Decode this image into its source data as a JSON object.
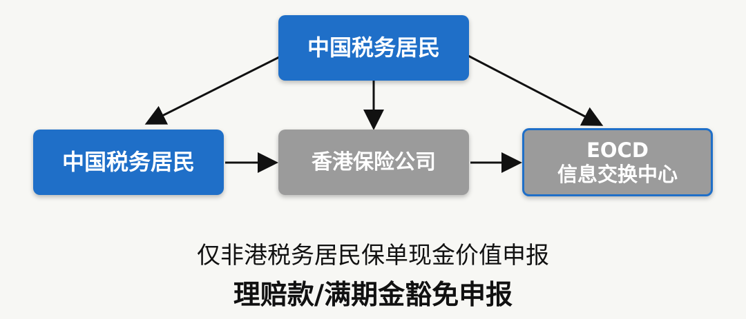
{
  "colors": {
    "blue_node": "#1f6fc8",
    "gray_node": "#9b9b9b",
    "arrow": "#111111",
    "text_dark": "#111111",
    "background": "#f7f7f4"
  },
  "nodes": {
    "top": {
      "label": "中国税务居民"
    },
    "left": {
      "label": "中国税务居民"
    },
    "middle": {
      "label": "香港保险公司"
    },
    "right": {
      "line1": "EOCD",
      "line2": "信息交换中心"
    }
  },
  "captions": {
    "line1": "仅非港税务居民保单现金价值申报",
    "line2": "理赔款/满期金豁免申报"
  }
}
